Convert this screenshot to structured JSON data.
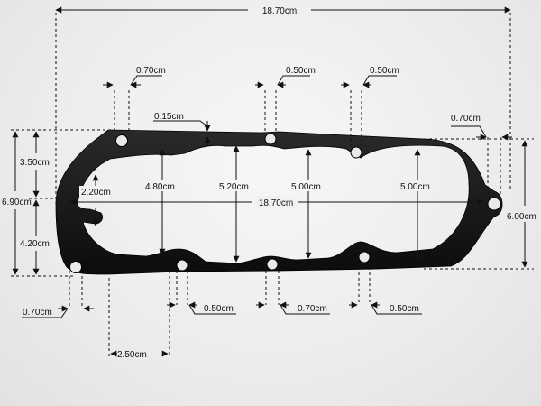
{
  "dimensions": {
    "overall_length": "18.70cm",
    "inner_length": "18.70cm",
    "overall_height": "6.90cm",
    "right_height": "6.00cm",
    "upper_left_height": "3.50cm",
    "lower_left_height": "4.20cm",
    "left_bore": "2.20cm",
    "bore_1": "4.80cm",
    "bore_2": "5.20cm",
    "bore_3": "5.00cm",
    "bore_4": "5.00cm",
    "top_hole_1": "0.70cm",
    "top_hole_2": "0.50cm",
    "top_hole_3": "0.50cm",
    "right_hole": "0.70cm",
    "web_width": "0.15cm",
    "bottom_left_hole": "0.70cm",
    "bottom_hole_2": "0.50cm",
    "bottom_hole_3": "0.70cm",
    "bottom_hole_4": "0.50cm",
    "bottom_spacing": "2.50cm"
  },
  "colors": {
    "gasket": "#141414",
    "background": "#ececec",
    "lines": "#111111"
  }
}
